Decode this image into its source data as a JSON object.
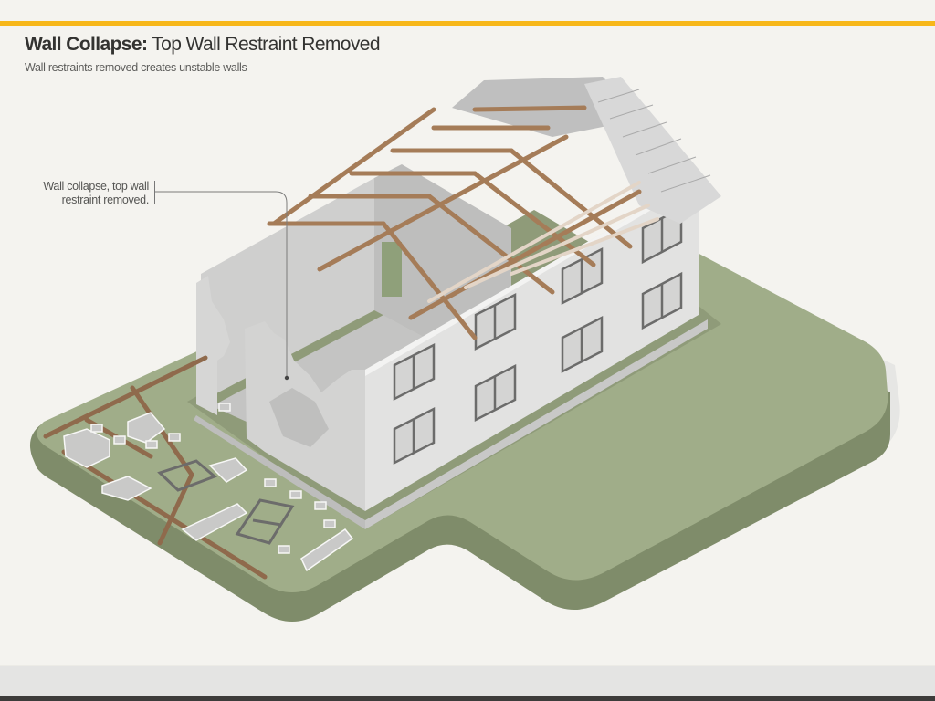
{
  "header": {
    "title_bold": "Wall Collapse:",
    "title_rest": " Top Wall Restraint Removed",
    "subtitle": "Wall restraints removed creates unstable walls"
  },
  "callout": {
    "line1": "Wall collapse, top wall",
    "line2": "restraint removed."
  },
  "colors": {
    "accent_bar": "#f7b719",
    "background": "#f4f3ef",
    "grass": "#a0ad89",
    "grass_edge": "#7f8c6a",
    "wall": "#d9d9d8",
    "timber": "#a07a58",
    "roof_tile": "#c8c8c8",
    "footer": "#e4e4e3",
    "footer_bar": "#3d3c3a"
  },
  "illustration": {
    "subject": "two-storey-house-partial-wall-collapse",
    "elements": [
      "green-ground-platform",
      "house-walls",
      "roof-trusses",
      "tiled-roof-section",
      "windows",
      "rubble-debris",
      "fallen-timber",
      "fallen-window-frames"
    ]
  }
}
